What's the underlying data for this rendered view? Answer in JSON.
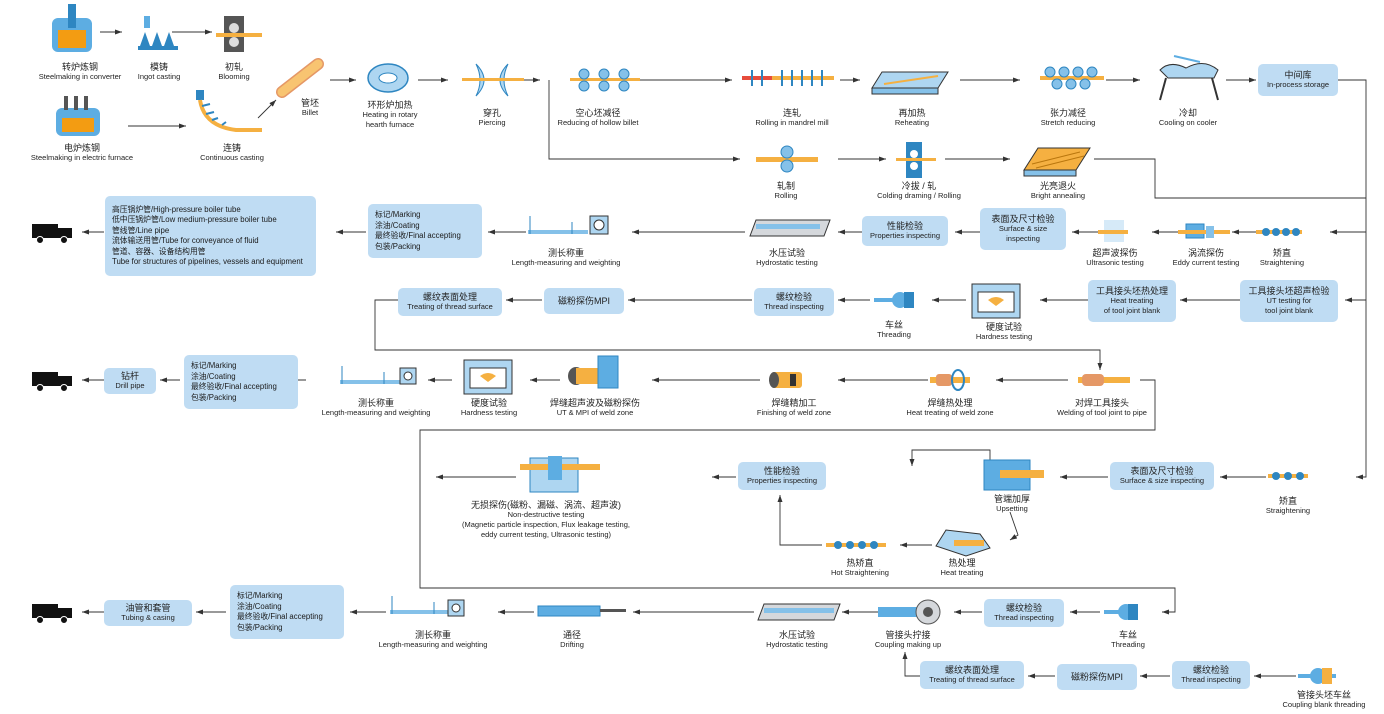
{
  "steelmaking_converter": {
    "zh": "转炉炼钢",
    "en": "Steelmaking in converter"
  },
  "ingot_casting": {
    "zh": "模铸",
    "en": "Ingot casting"
  },
  "blooming": {
    "zh": "初轧",
    "en": "Blooming"
  },
  "steelmaking_electric": {
    "zh": "电炉炼钢",
    "en": "Steelmaking in electric furnace"
  },
  "continuous_casting": {
    "zh": "连铸",
    "en": "Continuous casting"
  },
  "billet": {
    "zh": "管坯",
    "en": "Billet"
  },
  "heating_rotary": {
    "zh": "环形炉加热",
    "en1": "Heating in rotary",
    "en2": "hearth furnace"
  },
  "piercing": {
    "zh": "穿孔",
    "en": "Piercing"
  },
  "reducing_hollow": {
    "zh": "空心坯减径",
    "en": "Reducing of hollow billet"
  },
  "rolling_mandrel": {
    "zh": "连轧",
    "en": "Rolling in mandrel mill"
  },
  "reheating": {
    "zh": "再加热",
    "en": "Reheating"
  },
  "stretch_reducing": {
    "zh": "张力减径",
    "en": "Stretch reducing"
  },
  "cooling": {
    "zh": "冷却",
    "en": "Cooling on cooler"
  },
  "in_process_storage": {
    "zh": "中间库",
    "en": "In-process storage"
  },
  "rolling": {
    "zh": "轧制",
    "en": "Rolling"
  },
  "colding": {
    "zh": "冷拔 / 轧",
    "en": "Colding draming / Rolling"
  },
  "bright_annealing": {
    "zh": "光亮退火",
    "en": "Bright annealing"
  },
  "products_box": {
    "l1": "高压锅炉管/High-pressure boiler tube",
    "l2": "低中压锅炉管/Low medium-pressure boiler tube",
    "l3": "管线管/Line pipe",
    "l4": "流体输送用管/Tube for conveyance of fluid",
    "l5": "管道、容器、设备结构用管",
    "l6": "Tube for structures of pipelines, vessels and equipment"
  },
  "marking_box1": {
    "l1": "标记/Marking",
    "l2": "涂油/Coating",
    "l3": "最终验收/Final accepting",
    "l4": "包装/Packing"
  },
  "length_measuring1": {
    "zh": "测长称重",
    "en": "Length-measuring and weighting"
  },
  "hydrostatic1": {
    "zh": "水压试验",
    "en": "Hydrostatic testing"
  },
  "properties1": {
    "zh": "性能检验",
    "en": "Properties inspecting"
  },
  "surface_size1": {
    "zh": "表面及尺寸检验",
    "en1": "Surface & size",
    "en2": "inspecting"
  },
  "ultrasonic": {
    "zh": "超声波探伤",
    "en": "Ultrasonic testing"
  },
  "eddy": {
    "zh": "涡流探伤",
    "en": "Eddy current testing"
  },
  "straightening1": {
    "zh": "矫直",
    "en": "Straightening"
  },
  "thread_surface1": {
    "zh": "螺纹表面处理",
    "en": "Treating of thread surface"
  },
  "mpi1": {
    "zh": "磁粉探伤MPI"
  },
  "thread_inspect1": {
    "zh": "螺纹检验",
    "en": "Thread inspecting"
  },
  "threading1": {
    "zh": "车丝",
    "en": "Threading"
  },
  "hardness1": {
    "zh": "硬度试验",
    "en": "Hardness  testing"
  },
  "tool_joint_heat": {
    "zh": "工具接头坯热处理",
    "en1": "Heat treating",
    "en2": "of tool joint blank"
  },
  "tool_joint_ut": {
    "zh": "工具接头坯超声检验",
    "en1": "UT testing for",
    "en2": "tool joint blank"
  },
  "drill_pipe": {
    "zh": "钻杆",
    "en": "Drill pipe"
  },
  "marking_box2": {
    "l1": "标记/Marking",
    "l2": "涂油/Coating",
    "l3": "最终验收/Final accepting",
    "l4": "包装/Packing"
  },
  "length_measuring2": {
    "zh": "测长称重",
    "en": "Length-measuring and weighting"
  },
  "hardness2": {
    "zh": "硬度试验",
    "en": "Hardness testing"
  },
  "weld_ut_mpi": {
    "zh": "焊缝超声波及磁粉探伤",
    "en": "UT & MPI of weld zone"
  },
  "weld_finish": {
    "zh": "焊缝精加工",
    "en": "Finishing of weld zone"
  },
  "weld_heat": {
    "zh": "焊缝热处理",
    "en": "Heat treating of weld zone"
  },
  "welding_tool": {
    "zh": "对焊工具接头",
    "en": "Welding of tool joint to pipe"
  },
  "ndt": {
    "zh": "无损探伤(磁粉、漏磁、涡流、超声波)",
    "en1": "Non-destructive testing",
    "en2": "(Magnetic particle inspection, Flux leakage testing,",
    "en3": "eddy current testing, Ultrasonic testing)"
  },
  "properties2": {
    "zh": "性能检验",
    "en": "Properties inspecting"
  },
  "upsetting": {
    "zh": "管端加厚",
    "en": "Upsetting"
  },
  "surface_size2": {
    "zh": "表面及尺寸检验",
    "en": "Surface & size inspecting"
  },
  "straightening2": {
    "zh": "矫直",
    "en": "Straightening"
  },
  "hot_straightening": {
    "zh": "热矫直",
    "en": "Hot Straightening"
  },
  "heat_treating": {
    "zh": "热处理",
    "en": "Heat treating"
  },
  "tubing_casing": {
    "zh": "油管和套管",
    "en": "Tubing & casing"
  },
  "marking_box3": {
    "l1": "标记/Marking",
    "l2": "涂油/Coating",
    "l3": "最终验收/Final accepting",
    "l4": "包装/Packing"
  },
  "length_measuring3": {
    "zh": "测长称重",
    "en": "Length-measuring and weighting"
  },
  "drifting": {
    "zh": "通径",
    "en": "Drifting"
  },
  "hydrostatic2": {
    "zh": "水压试验",
    "en": "Hydrostatic testing"
  },
  "coupling_making": {
    "zh": "管接头拧接",
    "en": "Coupling making up"
  },
  "thread_inspect2": {
    "zh": "螺纹检验",
    "en": "Thread inspecting"
  },
  "threading2": {
    "zh": "车丝",
    "en": "Threading"
  },
  "thread_surface2": {
    "zh": "螺纹表面处理",
    "en": "Treating of thread surface"
  },
  "mpi2": {
    "zh": "磁粉探伤MPI"
  },
  "thread_inspect3": {
    "zh": "螺纹检验",
    "en": "Thread inspecting"
  },
  "coupling_blank": {
    "zh": "管接头坯车丝",
    "en": "Coupling blank threading"
  },
  "colors": {
    "box": "#bfdcf3",
    "arrow": "#333333",
    "tube": "#f5b041",
    "equip_blue": "#5dade2"
  }
}
